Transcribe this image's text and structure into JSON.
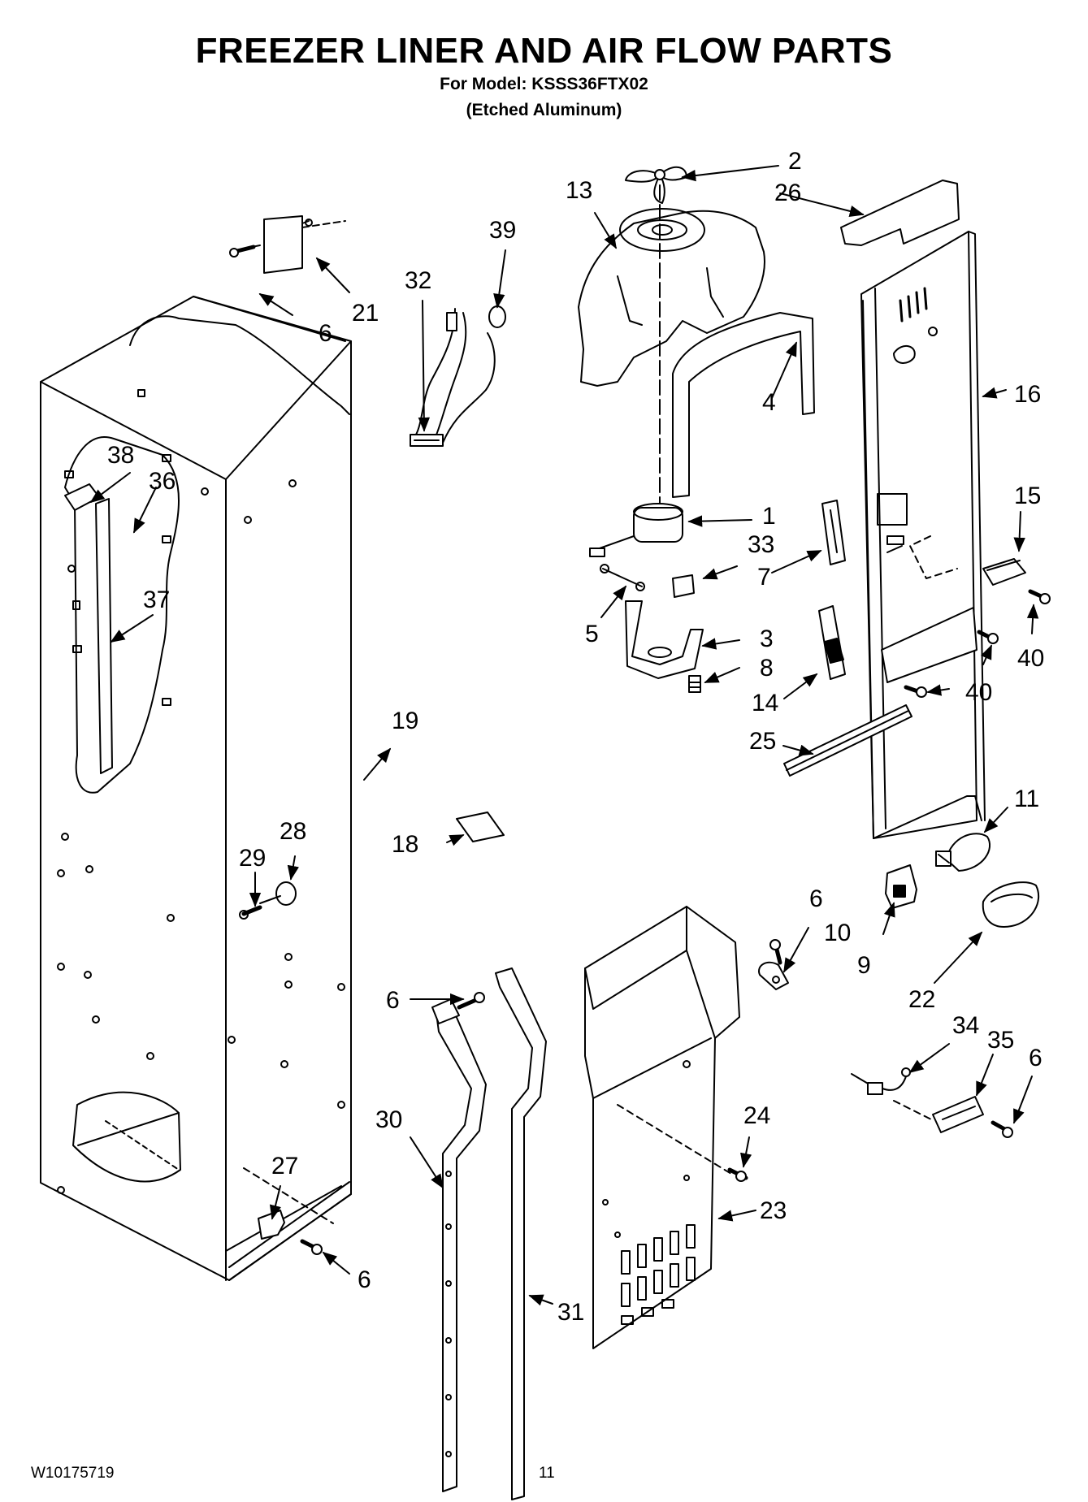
{
  "header": {
    "title": "FREEZER LINER AND AIR FLOW PARTS",
    "model_line": "For Model: KSSS36FTX02",
    "finish_line": "(Etched Aluminum)"
  },
  "footer": {
    "doc_number": "W10175719",
    "page_number": "11"
  },
  "callouts": {
    "c1": "1",
    "c2": "2",
    "c3": "3",
    "c4": "4",
    "c5": "5",
    "c6a": "6",
    "c6b": "6",
    "c6c": "6",
    "c6d": "6",
    "c6e": "6",
    "c7": "7",
    "c8": "8",
    "c9": "9",
    "c10": "10",
    "c11": "11",
    "c13": "13",
    "c14": "14",
    "c15": "15",
    "c16": "16",
    "c18": "18",
    "c19": "19",
    "c21": "21",
    "c22": "22",
    "c23": "23",
    "c24": "24",
    "c25": "25",
    "c26": "26",
    "c27": "27",
    "c28": "28",
    "c29": "29",
    "c30": "30",
    "c31": "31",
    "c32": "32",
    "c33": "33",
    "c34": "34",
    "c35": "35",
    "c36": "36",
    "c37": "37",
    "c38": "38",
    "c39": "39",
    "c40a": "40",
    "c40b": "40"
  }
}
